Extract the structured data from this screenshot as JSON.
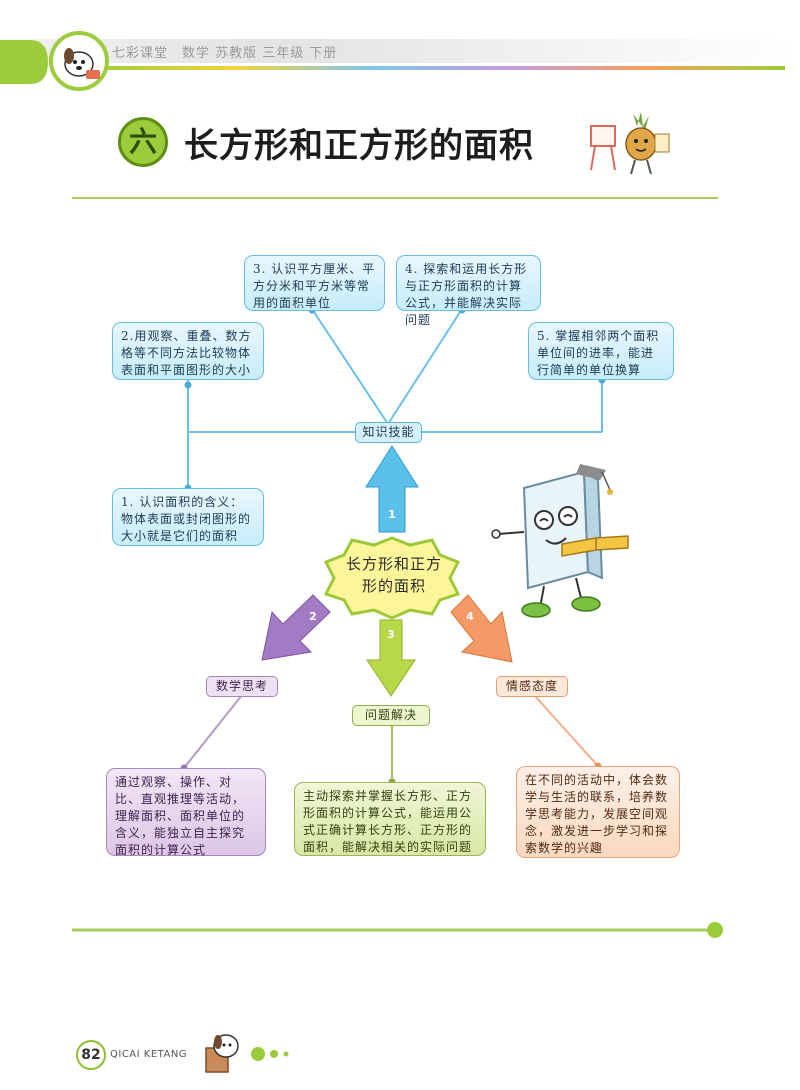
{
  "header": {
    "series_text": "七彩课堂　数学 苏教版 三年级 下册"
  },
  "title": {
    "badge": "六",
    "text": "长方形和正方形的面积"
  },
  "center": {
    "line1": "长方形和正方",
    "line2": "形的面积"
  },
  "branches": {
    "knowledge": {
      "number": "1",
      "label": "知识技能",
      "items": [
        "1. 认识面积的含义：物体表面或封闭图形的大小就是它们的面积",
        "2.用观察、重叠、数方格等不同方法比较物体表面和平面图形的大小",
        "3. 认识平方厘米、平方分米和平方米等常用的面积单位",
        "4. 探索和运用长方形与正方形面积的计算公式，并能解决实际问题",
        "5. 掌握相邻两个面积单位间的进率，能进行简单的单位换算"
      ]
    },
    "thinking": {
      "number": "2",
      "label": "数学思考",
      "text": "通过观察、操作、对比、直观推理等活动，理解面积、面积单位的含义，能独立自主探究面积的计算公式"
    },
    "problem": {
      "number": "3",
      "label": "问题解决",
      "text": "主动探索并掌握长方形、正方形面积的计算公式，能运用公式正确计算长方形、正方形的面积，能解决相关的实际问题"
    },
    "attitude": {
      "number": "4",
      "label": "情感态度",
      "text": "在不同的活动中，体会数学与生活的联系，培养数学思考能力，发展空间观念，激发进一步学习和探索数学的兴趣"
    }
  },
  "footer": {
    "page_number": "82",
    "brand": "QICAI KETANG"
  },
  "colors": {
    "lime": "#9ccc3c",
    "blue": "#65bde6",
    "purple": "#a988be",
    "green": "#9cb451",
    "orange": "#f0a479"
  }
}
